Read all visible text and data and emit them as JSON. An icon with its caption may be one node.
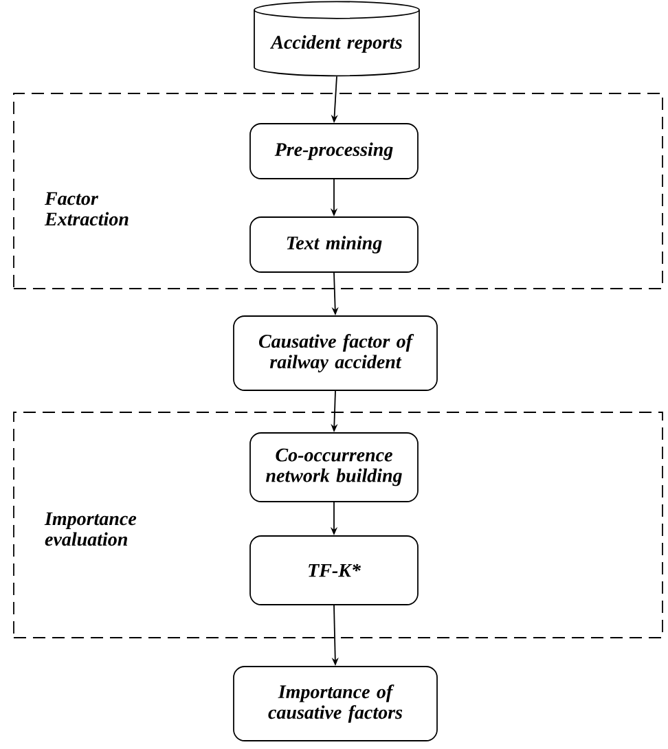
{
  "diagram": {
    "nodes": [
      {
        "text": [
          "Accident reports"
        ]
      },
      {
        "text": [
          "Factor Extraction"
        ]
      },
      {
        "text": [
          "Pre-processing"
        ],
        "in": 1
      },
      {
        "text": [
          "Text mining"
        ],
        "in": 1
      },
      {
        "text": [
          "Causative factor of railway accident"
        ]
      },
      {
        "text": [
          "Importance evaluation"
        ]
      },
      {
        "text": [
          "Co-occurrence network building"
        ],
        "in": 5
      },
      {
        "text": [
          "TF-K*"
        ],
        "in": 5
      },
      {
        "text": [
          "Importance of causative factors"
        ]
      }
    ],
    "edges": [
      {
        "from": 0,
        "to": 2,
        "arrow": "to"
      },
      {
        "from": 2,
        "to": 3,
        "arrow": "to"
      },
      {
        "from": 3,
        "to": 4,
        "arrow": "to"
      },
      {
        "from": 4,
        "to": 6,
        "arrow": "to"
      },
      {
        "from": 6,
        "to": 7,
        "arrow": "to"
      },
      {
        "from": 7,
        "to": 8,
        "arrow": "to"
      }
    ]
  }
}
